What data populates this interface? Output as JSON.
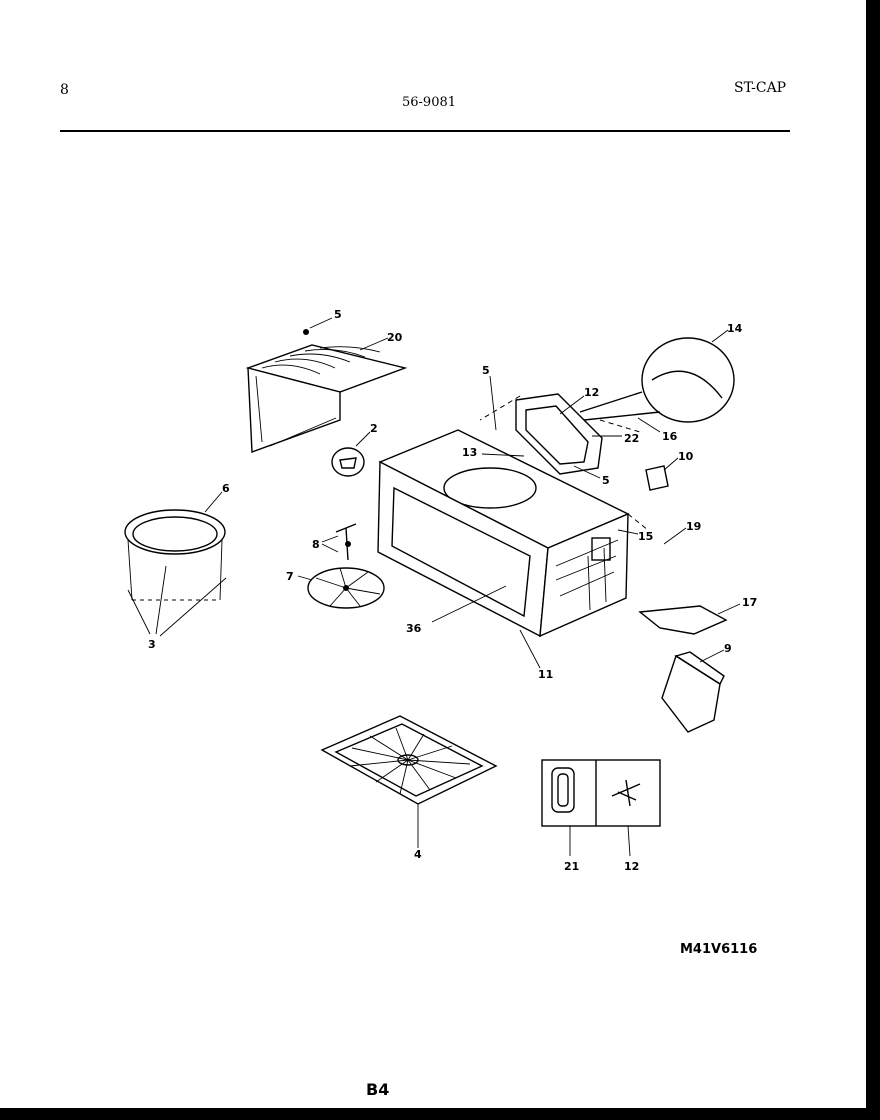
{
  "header": {
    "page_number": "8",
    "model_code": "56-9081",
    "brand_code": "ST-CAP"
  },
  "diagram_code": "M41V6116",
  "footer_page": "B4",
  "callouts": {
    "c5a": "5",
    "c20": "20",
    "c14": "14",
    "c5b": "5",
    "c12a": "12",
    "c22": "22",
    "c16": "16",
    "c2": "2",
    "c13": "13",
    "c5c": "5",
    "c10": "10",
    "c6": "6",
    "c15": "15",
    "c19": "19",
    "c8": "8",
    "c7": "7",
    "c17": "17",
    "c36": "36",
    "c9": "9",
    "c11": "11",
    "c3": "3",
    "c4": "4",
    "c21": "21",
    "c12b": "12"
  }
}
